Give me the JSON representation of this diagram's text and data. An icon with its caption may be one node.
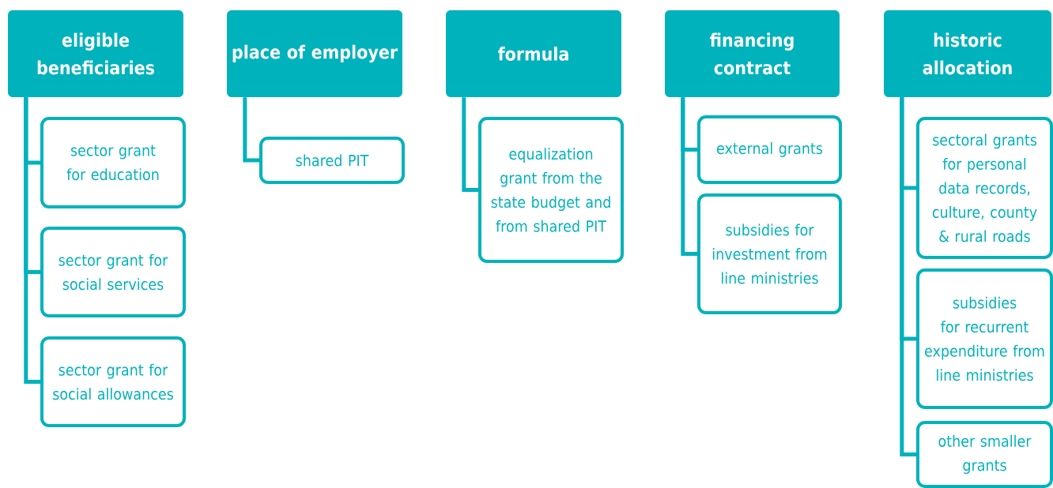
{
  "diagram": {
    "nodes": [
      {
        "text": [
          "eligible beneficiaries"
        ]
      },
      {
        "text": [
          "sector grant for education"
        ]
      },
      {
        "text": [
          "sector grant for social services"
        ]
      },
      {
        "text": [
          "sector grant for social allowances"
        ]
      },
      {
        "text": [
          "place of employer"
        ]
      },
      {
        "text": [
          "shared PIT"
        ]
      },
      {
        "text": [
          "formula"
        ]
      },
      {
        "text": [
          "equalization grant from the state budget and from shared PIT"
        ]
      },
      {
        "text": [
          "financing contract"
        ]
      },
      {
        "text": [
          "external grants"
        ]
      },
      {
        "text": [
          "subsidies for investment from line ministries"
        ]
      },
      {
        "text": [
          "historic allocation"
        ]
      },
      {
        "text": [
          "sectoral grants for personal data records, culture, county & rural roads"
        ]
      },
      {
        "text": [
          "subsidies for recurrent expenditure from line ministries"
        ]
      },
      {
        "text": [
          "other smaller grants"
        ]
      }
    ],
    "edges": [
      {
        "from": 0,
        "to": 1,
        "arrow": "none"
      },
      {
        "from": 0,
        "to": 2,
        "arrow": "none"
      },
      {
        "from": 0,
        "to": 3,
        "arrow": "none"
      },
      {
        "from": 4,
        "to": 5,
        "arrow": "none"
      },
      {
        "from": 6,
        "to": 7,
        "arrow": "none"
      },
      {
        "from": 8,
        "to": 9,
        "arrow": "none"
      },
      {
        "from": 8,
        "to": 10,
        "arrow": "none"
      },
      {
        "from": 11,
        "to": 12,
        "arrow": "none"
      },
      {
        "from": 11,
        "to": 13,
        "arrow": "none"
      },
      {
        "from": 11,
        "to": 14,
        "arrow": "none"
      }
    ]
  }
}
